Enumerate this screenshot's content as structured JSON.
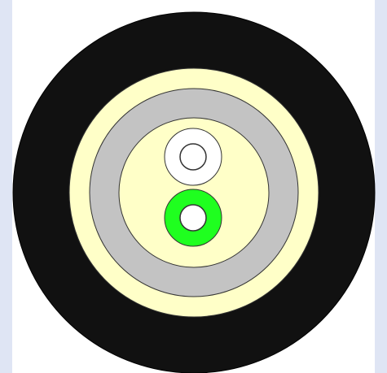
{
  "diagram": {
    "type": "fiber-optic-cable-cross-section",
    "layers": [
      {
        "name": "outer-jacket",
        "color": "#111111"
      },
      {
        "name": "aramid-yarn-layer",
        "color": "#ffffc8"
      },
      {
        "name": "inner-tube-sheath",
        "color": "#c3c3c3"
      },
      {
        "name": "inner-fill",
        "color": "#ffffc8"
      }
    ],
    "fibers": [
      {
        "name": "fiber-1",
        "buffer_color": "#ffffff",
        "core_color": "#ffffff"
      },
      {
        "name": "fiber-2",
        "buffer_color": "#1fff1f",
        "core_color": "#ffffff"
      }
    ],
    "background_color": "#dfe5f4",
    "panel_color": "#ffffff"
  }
}
